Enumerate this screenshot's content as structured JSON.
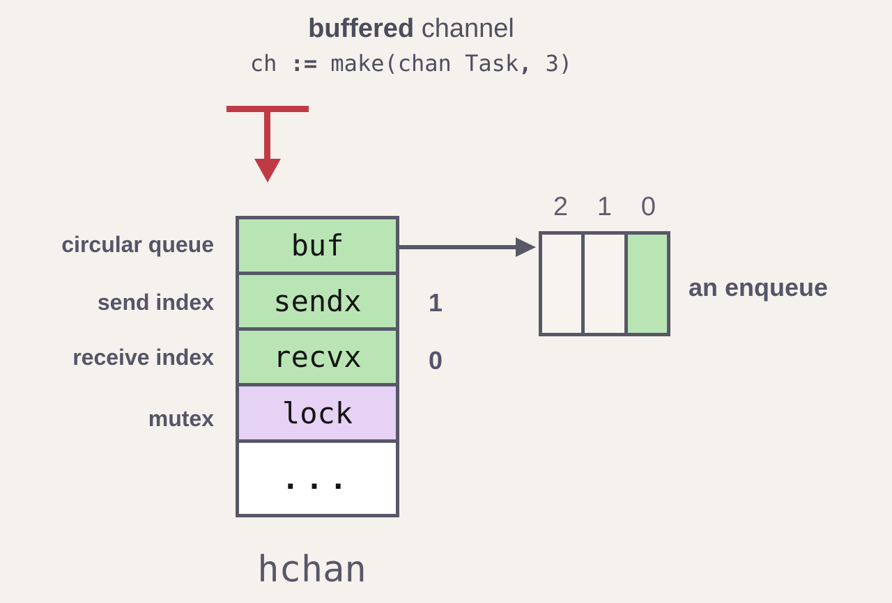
{
  "colors": {
    "background": "#f5f1ec",
    "slate_text": "#555569",
    "border_slate": "#575768",
    "cell_green": "#b9e5b4",
    "cell_purple": "#e6d2f4",
    "cell_white": "#ffffff",
    "arrow_red": "#c03a45",
    "index_gray": "#5e5e70"
  },
  "header": {
    "title_bold": "buffered",
    "title_regular": " channel",
    "code_segments": [
      {
        "text": "ch "
      },
      {
        "text": ":="
      },
      {
        "text": " make(chan Task"
      },
      {
        "text": ","
      },
      {
        "text": " 3)"
      }
    ]
  },
  "struct_rows": [
    {
      "label": "circular queue",
      "field": "buf",
      "value": "",
      "fill": "green"
    },
    {
      "label": "send index",
      "field": "sendx",
      "value": "1",
      "fill": "green"
    },
    {
      "label": "receive index",
      "field": "recvx",
      "value": "0",
      "fill": "green"
    },
    {
      "label": "mutex",
      "field": "lock",
      "value": "",
      "fill": "purple"
    },
    {
      "label": "",
      "field": "...",
      "value": "",
      "fill": "white"
    }
  ],
  "struct_caption": "hchan",
  "buffer": {
    "index_labels": [
      "2",
      "1",
      "0"
    ],
    "cells": [
      {
        "index": "2",
        "filled": false
      },
      {
        "index": "1",
        "filled": false
      },
      {
        "index": "0",
        "filled": true
      }
    ],
    "caption": "an enqueue"
  }
}
